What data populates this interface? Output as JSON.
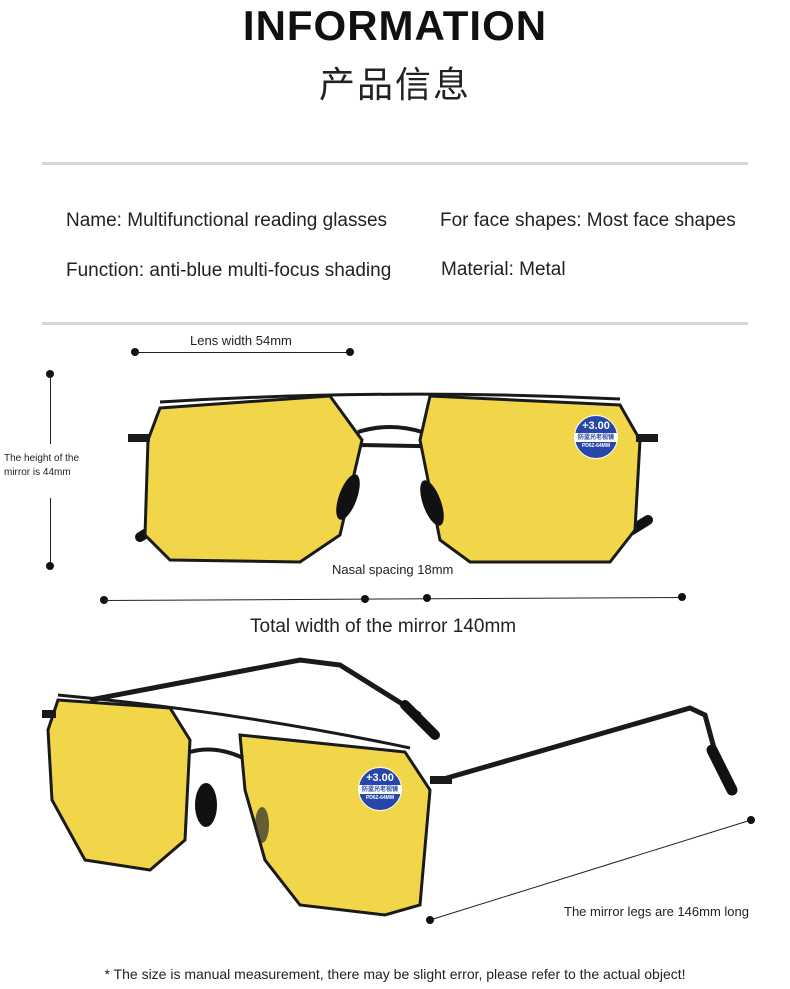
{
  "header": {
    "title_en": "INFORMATION",
    "title_cn": "产品信息"
  },
  "specs": {
    "name": "Name: Multifunctional reading glasses",
    "face_shapes": "For face shapes: Most face shapes",
    "function": "Function: anti-blue multi-focus shading",
    "material": "Material: Metal"
  },
  "dimensions": {
    "lens_width": "Lens width 54mm",
    "mirror_height_line1": "The height of the",
    "mirror_height_line2": "mirror is 44mm",
    "nasal_spacing": "Nasal spacing 18mm",
    "total_width": "Total width of the mirror 140mm",
    "legs_length": "The mirror legs are 146mm long"
  },
  "lens_badge": {
    "power": "+3.00",
    "chinese": "防蓝光老视镜",
    "code": "PD62-64MM"
  },
  "footer": {
    "note": "* The size is manual measurement, there may be slight error, please refer to the actual object!"
  },
  "colors": {
    "lens_yellow": "#f2d64a",
    "frame": "#1a1a1a",
    "badge_blue": "#2746a8"
  }
}
